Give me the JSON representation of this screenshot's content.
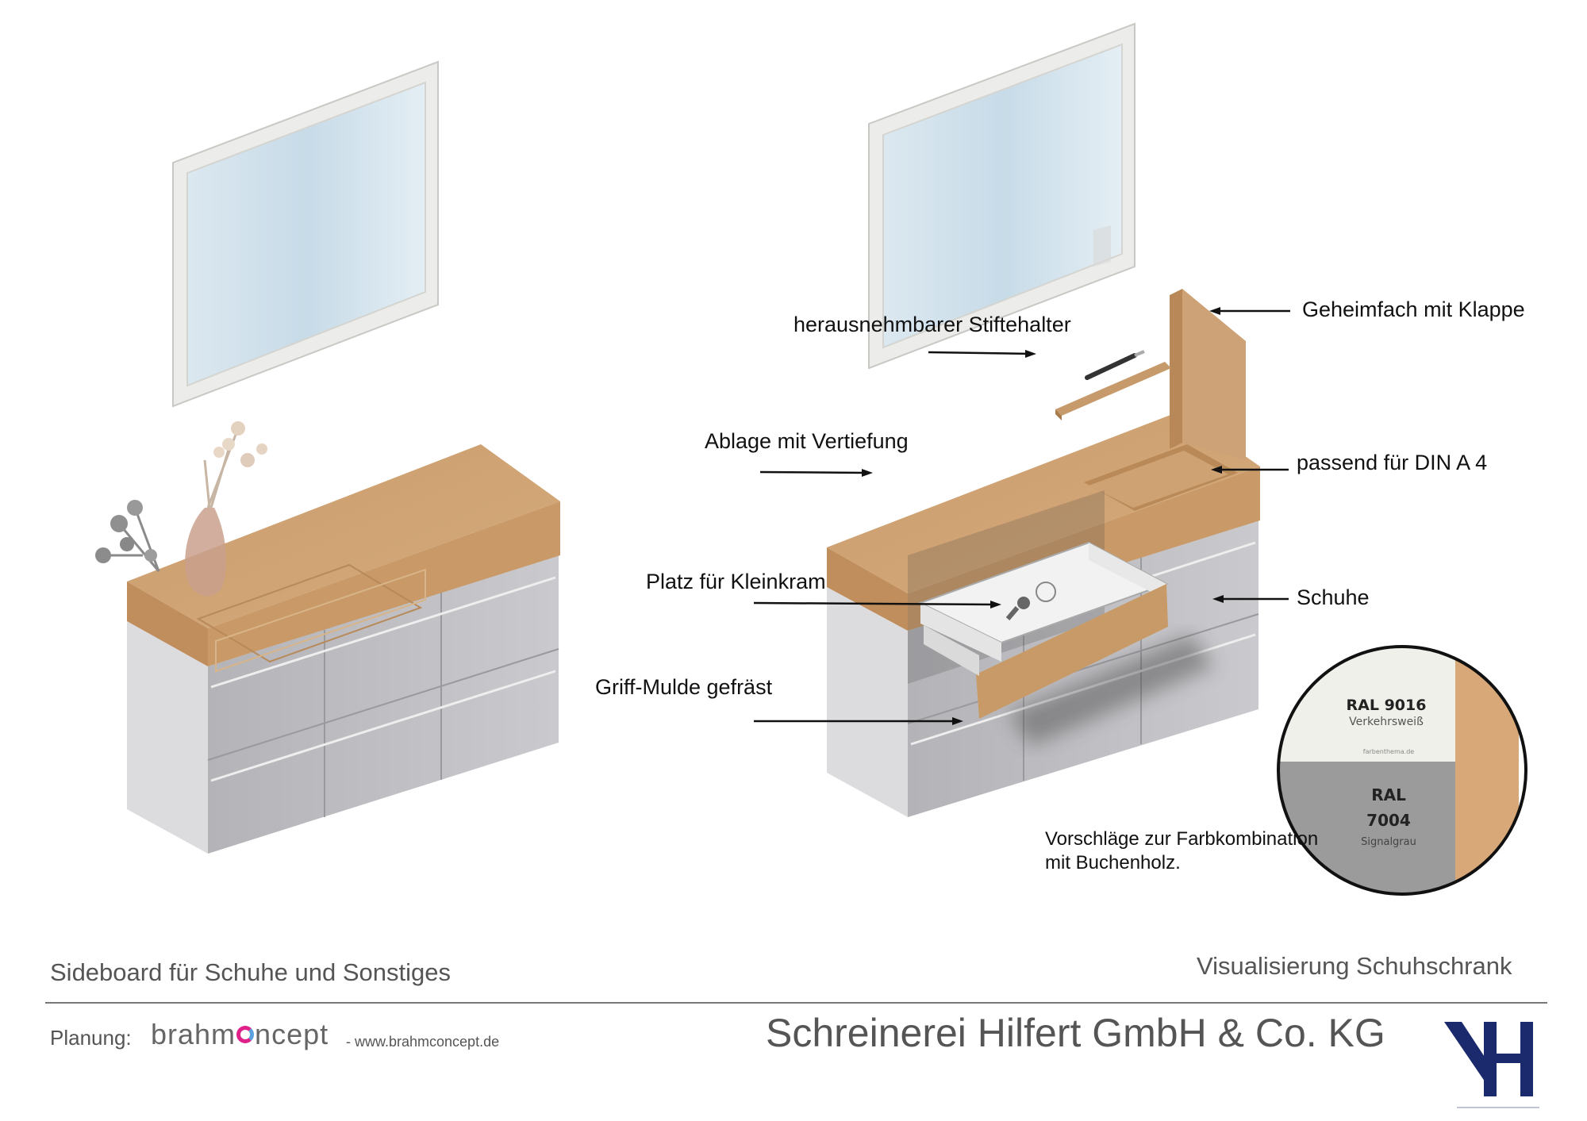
{
  "labels": {
    "stiftehalter": "herausnehmbarer Stiftehalter",
    "geheimfach": "Geheimfach mit Klappe",
    "ablage": "Ablage mit Vertiefung",
    "din_a4": "passend für DIN A 4",
    "kleinkram": "Platz für Kleinkram",
    "schuhe": "Schuhe",
    "griff": "Griff-Mulde gefräst"
  },
  "color_swatch": {
    "ral9016_code": "RAL 9016",
    "ral9016_name": "Verkehrsweiß",
    "ral9016_source": "farbenthema.de",
    "ral7004_code_line1": "RAL",
    "ral7004_code_line2": "7004",
    "ral7004_name": "Signalgrau",
    "ral9016_color": "#f0f0ea",
    "ral7004_color": "#9b9b9b",
    "wood_color": "#d8a878"
  },
  "note": {
    "line1": "Vorschläge zur Farbkombination",
    "line2": "mit Buchenholz."
  },
  "footer": {
    "left_title": "Sideboard für Schuhe und Sonstiges",
    "right_title": "Visualisierung Schuhschrank",
    "planning_label": "Planung:",
    "brand_part1": "brahm",
    "brand_part2": "ncept",
    "website": "-  www.brahmconcept.de",
    "company": "Schreinerei Hilfert GmbH & Co. KG"
  },
  "colors": {
    "oak": "#c8a070",
    "oak_dark": "#b08658",
    "cabinet_front": "#c2c2c6",
    "cabinet_side": "#d8d8dc",
    "mirror_frame": "#ececea",
    "mirror_glass": "#d6e4ee",
    "logo_blue": "#1a2a6c"
  }
}
